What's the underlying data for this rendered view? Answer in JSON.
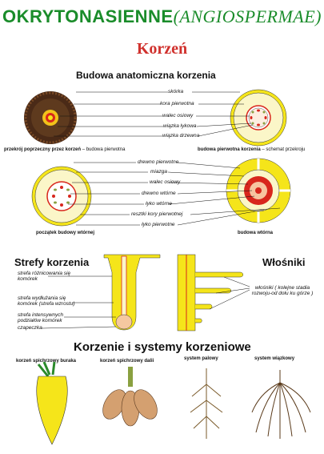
{
  "header": {
    "title_main": "OKRYTONASIENNE",
    "title_latin": "ANGIOSPERMAE",
    "title_paren_open": "(",
    "title_paren_close": ")",
    "subtitle": "Korzeń"
  },
  "anatomy": {
    "heading": "Budowa anatomiczna korzenia",
    "labels_top": [
      "skórka",
      "kora pierwotna",
      "walec osiowy",
      "wiązka łykowa",
      "wiązka drzewna"
    ],
    "caption_left_bold": "przekrój poprzeczny przez korzeń",
    "caption_left_normal": " – budowa pierwotna",
    "caption_right_bold": "budowa pierwotna korzenia",
    "caption_right_normal": " – schemat przekroju",
    "labels_bottom": [
      "drewno pierwotne",
      "miazga",
      "walec osiowy",
      "drewno wtórne",
      "łyko wtórne",
      "resztki kory pierwotnej",
      "łyko pierwotne"
    ],
    "caption_bottom_left": "początek budowy wtórnej",
    "caption_bottom_right": "budowa wtórna"
  },
  "zones": {
    "heading": "Strefy korzenia",
    "labels": [
      "strefa różnicowania się komórek",
      "strefa wydłużania się komórek (strefa wzrostu)",
      "strefa intensywnych podziałów komórek",
      "czapeczka"
    ]
  },
  "hairs": {
    "heading": "Włośniki",
    "label": "włośniki ( kolejne stadia rozwoju-od dołu ku górze )"
  },
  "systems": {
    "heading": "Korzenie i systemy korzeniowe",
    "items": [
      "korzeń spichrzowy buraka",
      "korzeń spichrzowy dalii",
      "system palowy",
      "system wiązkowy"
    ]
  },
  "colors": {
    "title_green": "#1a8c2a",
    "subtitle_red": "#d0312d",
    "yellow": "#f5e51a",
    "pale_yellow": "#fbf6c8",
    "dark_section": "#4a2a17",
    "red": "#d8261c"
  }
}
